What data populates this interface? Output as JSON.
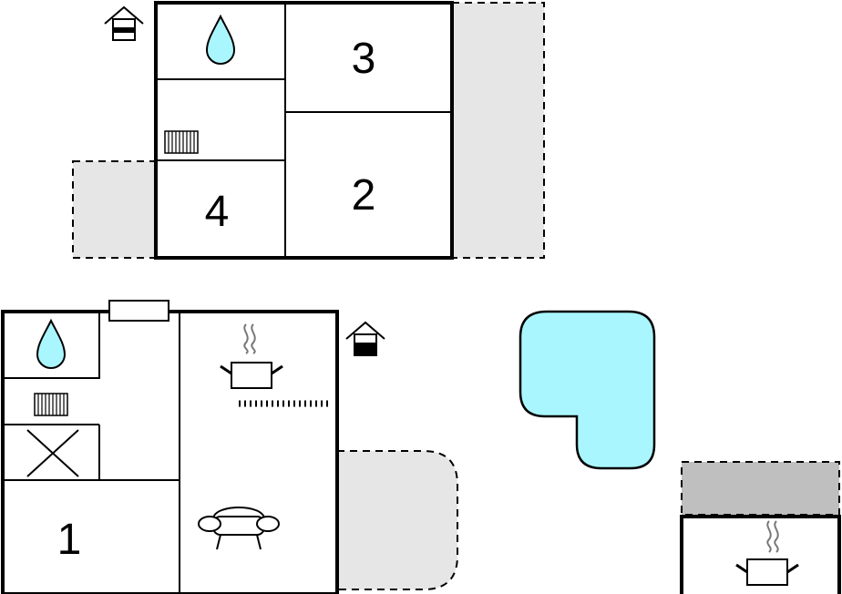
{
  "floors": {
    "upper": {
      "room_labels": {
        "r3": "3",
        "r2": "2",
        "r4": "4"
      },
      "icons": [
        "entrance-icon",
        "water-drop-icon",
        "radiator-icon"
      ]
    },
    "lower": {
      "room_labels": {
        "r1": "1"
      },
      "icons": [
        "entrance-icon",
        "water-drop-icon",
        "radiator-icon",
        "stairs-icon",
        "window-icon",
        "stove-pot-icon",
        "kitchen-counter-icon",
        "sofa-icon"
      ]
    },
    "annex": {
      "icons": [
        "stove-pot-icon"
      ]
    }
  },
  "outdoor": {
    "features": [
      "terrace",
      "pool"
    ]
  },
  "colors": {
    "wall": "#000000",
    "terrace_fill": "#e6e6e6",
    "annex_roof_fill": "#bfbfbf",
    "water": "#aaf6ff"
  }
}
